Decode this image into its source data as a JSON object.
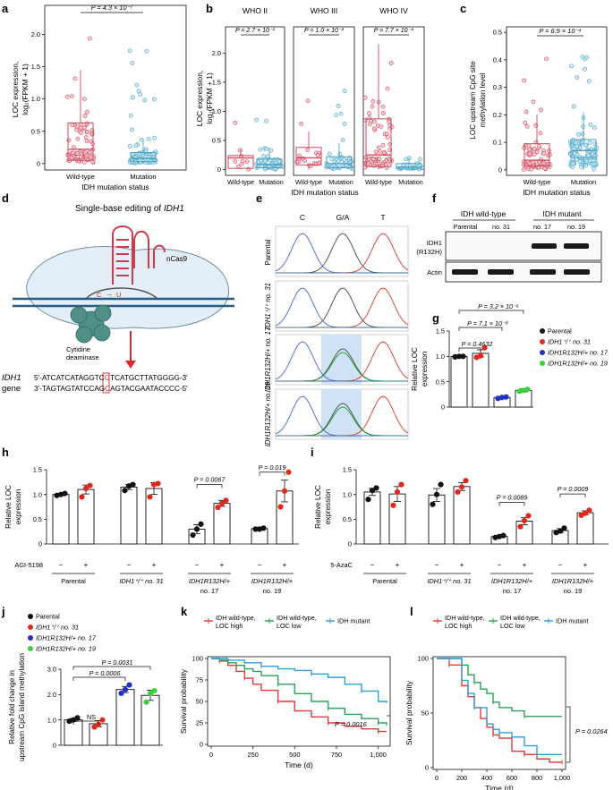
{
  "colors": {
    "wildtype": "#d1495b",
    "wildtype_fill": "#f4c7cd",
    "mutant": "#4aa3c4",
    "mutant_fill": "#c9e6f2",
    "parental": "#111111",
    "idh_wt_31": "#e0281f",
    "r132h_17": "#2330c9",
    "r132h_19": "#3ad13a",
    "km_high": "#e5393b",
    "km_low": "#27a35a",
    "km_mut": "#2e9fd8",
    "chrom_c": "#5b6ee0",
    "chrom_ga": "#555555",
    "chrom_t": "#e24a33",
    "chrom_green": "#26a532",
    "highlight": "#cfe2f6"
  },
  "panels": {
    "a": {
      "letter": "a",
      "ylabel": [
        "LOC expression,",
        "log₂(FPKM + 1)"
      ],
      "xlabel": "IDH mutation status",
      "groups": [
        "Wild-type",
        "Mutation"
      ],
      "p": "P = 4.3 × 10⁻⁷",
      "yticks": [
        "0",
        "0.5",
        "1.0",
        "1.5",
        "2.0"
      ]
    },
    "b": {
      "letter": "b",
      "ylabel": [
        "LOC expression,",
        "log₂(FPKM + 1)"
      ],
      "xlabel": "IDH mutation status",
      "grades": [
        "WHO II",
        "WHO III",
        "WHO IV"
      ],
      "groups": [
        "Wild-type",
        "Mutation"
      ],
      "pvals": [
        "P = 2.7 × 10⁻¹",
        "P = 1.0 × 10⁻²",
        "P = 7.7 × 10⁻⁴"
      ],
      "yticks": [
        "0",
        "0.5",
        "1.0",
        "1.5",
        "2.0"
      ]
    },
    "c": {
      "letter": "c",
      "ylabel": [
        "LOC upstream CpG site",
        "methylation level"
      ],
      "xlabel": "IDH mutation status",
      "groups": [
        "Wild-type",
        "Mutation"
      ],
      "p": "P = 6.9 × 10⁻⁴",
      "yticks": [
        "0",
        "0.1",
        "0.2",
        "0.3",
        "0.4",
        "0.5"
      ]
    },
    "d": {
      "letter": "d",
      "title_pre": "Single-base editing of ",
      "title_gene": "IDH1",
      "ncas9": "nCas9",
      "deaminase": [
        "Cytidine",
        "deaminase"
      ],
      "target_c": "C",
      "target_u": "U",
      "gene_label": [
        "IDH1",
        "gene"
      ],
      "seq_top_pre": "5′-ATCATCATAGGTC",
      "seq_top_mut": "G",
      "seq_top_post": "TCATGCTTATGGGG-3′",
      "seq_bot_pre": "3′-TAGTAGTATCCAG",
      "seq_bot_mut": "C",
      "seq_bot_post": "AGTACGAATACCCC-5′"
    },
    "e": {
      "letter": "e",
      "bases": [
        "C",
        "G/A",
        "T"
      ],
      "rows": [
        "Parental",
        "IDH1⁺/⁺ no. 31",
        "IDH1R132H/+ no. 17",
        "IDH1R132H/+ no. 19"
      ]
    },
    "f": {
      "letter": "f",
      "group1": "IDH wild-type",
      "group2": "IDH mutant",
      "lanes": [
        "Parental",
        "no. 31",
        "no. 17",
        "no. 19"
      ],
      "row1": [
        "IDH1",
        "(R132H)"
      ],
      "row2": "Actin"
    },
    "g": {
      "letter": "g",
      "ylabel": [
        "Relative LOC",
        "expression"
      ],
      "yticks": [
        "0",
        "0.5",
        "1.0",
        "1.5"
      ],
      "pvals": [
        "P = 0.4632",
        "P = 7.1 × 10⁻⁸",
        "P = 3.2 × 10⁻⁶"
      ],
      "legend": [
        "Parental",
        "IDH1⁺/⁺ no. 31",
        "IDH1R132H/+ no. 17",
        "IDH1R132H/+ no. 19"
      ]
    },
    "h": {
      "letter": "h",
      "ylabel": [
        "Relative LOC",
        "expression"
      ],
      "yticks": [
        "0",
        "0.5",
        "1.0",
        "1.5"
      ],
      "drug": "AGI-5198",
      "minus": "−",
      "plus": "+",
      "pvals": [
        "P = 0.0067",
        "P = 0.019"
      ],
      "groups": [
        "Parental",
        "IDH1⁺/⁺ no. 31",
        "IDH1R132H/+ no. 17",
        "IDH1R132H/+ no. 19"
      ]
    },
    "i": {
      "letter": "i",
      "ylabel": [
        "Relative LOC",
        "expression"
      ],
      "yticks": [
        "0",
        "0.5",
        "1.0",
        "1.5"
      ],
      "drug": "5-AzaC",
      "minus": "−",
      "plus": "+",
      "pvals": [
        "P = 0.0089",
        "P = 0.0009"
      ],
      "groups": [
        "Parental",
        "IDH1⁺/⁺ no. 31",
        "IDH1R132H/+ no. 17",
        "IDH1R132H/+ no. 19"
      ]
    },
    "j": {
      "letter": "j",
      "ylabel": [
        "Relative fold change in",
        "upstream CpG island methylation"
      ],
      "yticks": [
        "0",
        "1.0",
        "2.0",
        "3.0"
      ],
      "pvals": [
        "NS",
        "P = 0.0006",
        "P = 0.0031"
      ],
      "legend": [
        "Parental",
        "IDH1⁺/⁺ no. 31",
        "IDH1R132H/+ no. 17",
        "IDH1R132H/+ no. 19"
      ]
    },
    "k": {
      "letter": "k",
      "ylabel": "Survival probability",
      "xlabel": "Time (d)",
      "legend": [
        "IDH wild-type, LOC high",
        "IDH wild-type, LOC low",
        "IDH mutant"
      ],
      "p": "P = 0.0016",
      "yticks": [
        "0",
        "25",
        "50",
        "75",
        "100"
      ],
      "xticks": [
        "0",
        "250",
        "500",
        "750",
        "1,000"
      ]
    },
    "l": {
      "letter": "l",
      "ylabel": "Survival probability",
      "xlabel": "Time (d)",
      "legend": [
        "IDH wild-type, LOC high",
        "IDH wild-type, LOC low",
        "IDH mutant"
      ],
      "p": "P = 0.0264",
      "yticks": [
        "0",
        "50",
        "100"
      ],
      "xticks": [
        "0",
        "200",
        "400",
        "600",
        "800",
        "1,000"
      ]
    }
  },
  "chart_data": [
    {
      "panel": "a",
      "type": "box",
      "ylabel": "LOC expression, log2(FPKM + 1)",
      "xlabel": "IDH mutation status",
      "categories": [
        "Wild-type",
        "Mutation"
      ],
      "ylim": [
        -0.1,
        2.45
      ],
      "boxes": [
        {
          "name": "Wild-type",
          "q1": 0.05,
          "median": 0.22,
          "q3": 0.63,
          "whisker_low": 0,
          "whisker_high": 1.45
        },
        {
          "name": "Mutation",
          "q1": 0.03,
          "median": 0.08,
          "q3": 0.17,
          "whisker_low": 0,
          "whisker_high": 0.38
        }
      ],
      "annotations": [
        "P = 4.3 × 10⁻⁷"
      ]
    },
    {
      "panel": "b",
      "type": "box",
      "ylabel": "LOC expression, log2(FPKM + 1)",
      "xlabel": "IDH mutation status",
      "facets": [
        "WHO II",
        "WHO III",
        "WHO IV"
      ],
      "categories": [
        "Wild-type",
        "Mutation"
      ],
      "ylim": [
        -0.1,
        2.45
      ],
      "boxes": [
        {
          "facet": "WHO II",
          "name": "Wild-type",
          "q1": 0.02,
          "median": 0.2,
          "q3": 0.24,
          "whisker_low": 0,
          "whisker_high": 0.35
        },
        {
          "facet": "WHO II",
          "name": "Mutation",
          "q1": 0.03,
          "median": 0.09,
          "q3": 0.18,
          "whisker_low": 0,
          "whisker_high": 0.38
        },
        {
          "facet": "WHO III",
          "name": "Wild-type",
          "q1": 0.08,
          "median": 0.2,
          "q3": 0.38,
          "whisker_low": 0,
          "whisker_high": 0.65
        },
        {
          "facet": "WHO III",
          "name": "Mutation",
          "q1": 0.03,
          "median": 0.1,
          "q3": 0.22,
          "whisker_low": 0,
          "whisker_high": 0.45
        },
        {
          "facet": "WHO IV",
          "name": "Wild-type",
          "q1": 0.05,
          "median": 0.25,
          "q3": 0.87,
          "whisker_low": 0,
          "whisker_high": 2.15
        },
        {
          "facet": "WHO IV",
          "name": "Mutation",
          "q1": 0.01,
          "median": 0.04,
          "q3": 0.1,
          "whisker_low": 0,
          "whisker_high": 0.2
        }
      ],
      "annotations": [
        "P = 2.7 × 10⁻¹",
        "P = 1.0 × 10⁻²",
        "P = 7.7 × 10⁻⁴"
      ]
    },
    {
      "panel": "c",
      "type": "box",
      "ylabel": "LOC upstream CpG site methylation level",
      "xlabel": "IDH mutation status",
      "categories": [
        "Wild-type",
        "Mutation"
      ],
      "ylim": [
        -0.02,
        0.52
      ],
      "boxes": [
        {
          "name": "Wild-type",
          "q1": 0.015,
          "median": 0.035,
          "q3": 0.095,
          "whisker_low": 0,
          "whisker_high": 0.2
        },
        {
          "name": "Mutation",
          "q1": 0.045,
          "median": 0.07,
          "q3": 0.11,
          "whisker_low": 0,
          "whisker_high": 0.21
        }
      ],
      "annotations": [
        "P = 6.9 × 10⁻⁴"
      ]
    },
    {
      "panel": "g",
      "type": "bar",
      "ylabel": "Relative LOC expression",
      "categories": [
        "Parental",
        "IDH1+/+ no. 31",
        "IDH1R132H/+ no. 17",
        "IDH1R132H/+ no. 19"
      ],
      "ylim": [
        0,
        1.5
      ],
      "values": [
        1.0,
        1.06,
        0.19,
        0.33
      ],
      "errors": [
        0.01,
        0.07,
        0.01,
        0.03
      ],
      "points": [
        [
          0.99,
          1.0,
          1.0
        ],
        [
          0.98,
          1.01,
          1.17
        ],
        [
          0.17,
          0.19,
          0.2
        ],
        [
          0.31,
          0.33,
          0.35
        ]
      ],
      "annotations": [
        "P = 0.4632",
        "P = 7.1 × 10⁻⁸",
        "P = 3.2 × 10⁻⁶"
      ]
    },
    {
      "panel": "h",
      "type": "bar",
      "ylabel": "Relative LOC expression",
      "treatment": "AGI-5198",
      "categories": [
        "Parental −",
        "Parental +",
        "IDH1+/+ no. 31 −",
        "IDH1+/+ no. 31 +",
        "IDH1R132H/+ no. 17 −",
        "IDH1R132H/+ no. 17 +",
        "IDH1R132H/+ no. 19 −",
        "IDH1R132H/+ no. 19 +"
      ],
      "ylim": [
        0,
        1.5
      ],
      "values": [
        1.0,
        1.1,
        1.15,
        1.12,
        0.3,
        0.82,
        0.31,
        1.07
      ],
      "errors": [
        0.02,
        0.09,
        0.05,
        0.12,
        0.09,
        0.06,
        0.01,
        0.22
      ],
      "points": [
        [
          0.98,
          1.0,
          1.02
        ],
        [
          0.95,
          1.12,
          1.18
        ],
        [
          1.08,
          1.17,
          1.2
        ],
        [
          0.95,
          1.2,
          1.22
        ],
        [
          0.18,
          0.3,
          0.4
        ],
        [
          0.74,
          0.82,
          0.88
        ],
        [
          0.3,
          0.3,
          0.32
        ],
        [
          0.75,
          1.07,
          1.45
        ]
      ],
      "annotations": [
        "P = 0.0067",
        "P = 0.019"
      ]
    },
    {
      "panel": "i",
      "type": "bar",
      "ylabel": "Relative LOC expression",
      "treatment": "5-AzaC",
      "categories": [
        "Parental −",
        "Parental +",
        "IDH1+/+ no. 31 −",
        "IDH1+/+ no. 31 +",
        "IDH1R132H/+ no. 17 −",
        "IDH1R132H/+ no. 17 +",
        "IDH1R132H/+ no. 19 −",
        "IDH1R132H/+ no. 19 +"
      ],
      "ylim": [
        0,
        1.5
      ],
      "values": [
        1.05,
        1.01,
        0.99,
        1.16,
        0.15,
        0.46,
        0.27,
        0.63
      ],
      "errors": [
        0.07,
        0.15,
        0.13,
        0.08,
        0.02,
        0.07,
        0.04,
        0.04
      ],
      "points": [
        [
          0.9,
          1.08,
          1.13
        ],
        [
          0.78,
          1.05,
          1.2
        ],
        [
          0.8,
          1.0,
          1.2
        ],
        [
          1.05,
          1.15,
          1.28
        ],
        [
          0.13,
          0.15,
          0.17
        ],
        [
          0.35,
          0.47,
          0.57
        ],
        [
          0.23,
          0.26,
          0.32
        ],
        [
          0.58,
          0.62,
          0.68
        ]
      ],
      "annotations": [
        "P = 0.0089",
        "P = 0.0009"
      ]
    },
    {
      "panel": "j",
      "type": "bar",
      "ylabel": "Relative fold change in upstream CpG island methylation",
      "categories": [
        "Parental",
        "IDH1+/+ no. 31",
        "IDH1R132H/+ no. 17",
        "IDH1R132H/+ no. 19"
      ],
      "ylim": [
        0,
        3.0
      ],
      "values": [
        1.0,
        0.85,
        2.2,
        1.97
      ],
      "errors": [
        0.06,
        0.12,
        0.12,
        0.2
      ],
      "points": [
        [
          0.95,
          1.0,
          1.08
        ],
        [
          0.72,
          0.82,
          1.0
        ],
        [
          2.05,
          2.2,
          2.38
        ],
        [
          1.7,
          2.05,
          2.15
        ]
      ],
      "annotations": [
        "NS",
        "P = 0.0006",
        "P = 0.0031"
      ]
    },
    {
      "panel": "k",
      "type": "line",
      "subtype": "kaplan-meier",
      "ylabel": "Survival probability",
      "xlabel": "Time (d)",
      "ylim": [
        0,
        100
      ],
      "xlim": [
        0,
        1050
      ],
      "series": [
        {
          "name": "IDH wild-type, LOC high",
          "x": [
            0,
            50,
            100,
            150,
            200,
            250,
            300,
            400,
            500,
            600,
            700,
            800,
            900,
            1000,
            1050
          ],
          "y": [
            100,
            97,
            92,
            85,
            77,
            70,
            63,
            50,
            39,
            32,
            25,
            21,
            18,
            15,
            15
          ]
        },
        {
          "name": "IDH wild-type, LOC low",
          "x": [
            0,
            50,
            100,
            150,
            200,
            250,
            300,
            400,
            500,
            600,
            700,
            800,
            900,
            1000,
            1050
          ],
          "y": [
            100,
            98,
            95,
            92,
            88,
            85,
            80,
            70,
            59,
            50,
            42,
            35,
            30,
            25,
            22
          ]
        },
        {
          "name": "IDH mutant",
          "x": [
            0,
            50,
            100,
            200,
            300,
            400,
            500,
            600,
            700,
            800,
            900,
            1000,
            1050
          ],
          "y": [
            100,
            100,
            98,
            95,
            91,
            88,
            86,
            82,
            78,
            70,
            62,
            50,
            48
          ]
        }
      ],
      "annotations": [
        "P = 0.0016"
      ]
    },
    {
      "panel": "l",
      "type": "line",
      "subtype": "kaplan-meier",
      "ylabel": "Survival probability",
      "xlabel": "Time (d)",
      "ylim": [
        0,
        100
      ],
      "xlim": [
        0,
        1000
      ],
      "series": [
        {
          "name": "IDH wild-type, LOC high",
          "x": [
            0,
            100,
            200,
            250,
            300,
            350,
            400,
            450,
            500,
            600,
            700,
            800,
            900,
            1000
          ],
          "y": [
            100,
            94,
            75,
            65,
            55,
            45,
            37,
            30,
            27,
            15,
            12,
            8,
            5,
            5
          ]
        },
        {
          "name": "IDH wild-type, LOC low",
          "x": [
            0,
            100,
            200,
            250,
            300,
            350,
            400,
            450,
            500,
            600,
            700,
            1000
          ],
          "y": [
            100,
            100,
            94,
            85,
            78,
            72,
            68,
            60,
            55,
            52,
            47,
            47
          ]
        },
        {
          "name": "IDH mutant",
          "x": [
            0,
            100,
            200,
            250,
            300,
            400,
            450,
            500,
            600,
            700,
            800,
            1000
          ],
          "y": [
            100,
            100,
            80,
            68,
            55,
            40,
            35,
            32,
            28,
            20,
            12,
            12
          ]
        }
      ],
      "annotations": [
        "P = 0.0264"
      ]
    }
  ]
}
